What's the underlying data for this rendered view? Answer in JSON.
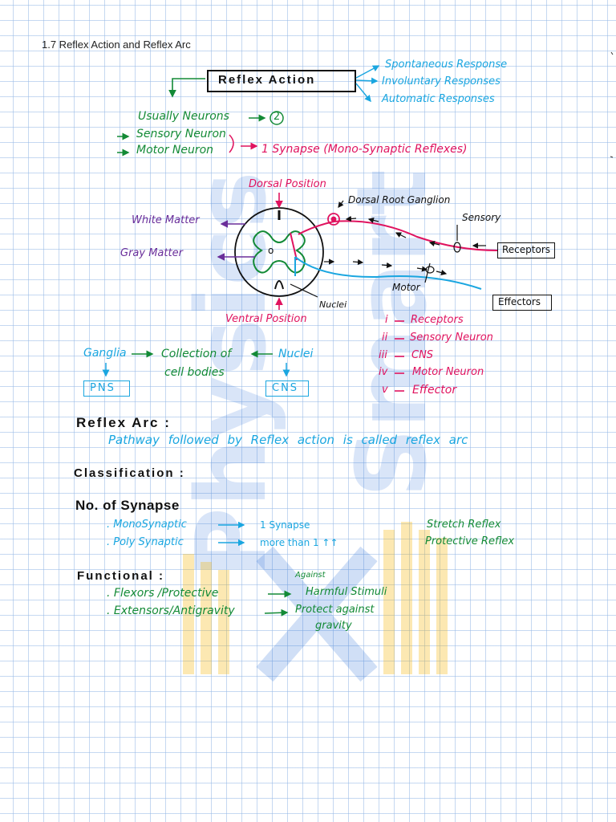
{
  "page_title": "1.7 Reflex Action and Reflex Arc",
  "reflex_action": {
    "heading": "Reflex Action",
    "responses": [
      "Spontaneous Response",
      "Involuntary Responses",
      "Automatic Responses"
    ],
    "neurons_line": "Usually Neurons",
    "neurons_count": "2",
    "sensory": "Sensory Neuron",
    "motor": "Motor Neuron",
    "synapse_note": "1 Synapse (Mono-Synaptic Reflexes)"
  },
  "diagram": {
    "dorsal": "Dorsal Position",
    "drg": "Dorsal Root Ganglion",
    "sensory": "Sensory",
    "receptors": "Receptors",
    "white_matter": "White Matter",
    "gray_matter": "Gray Matter",
    "center_o": "o",
    "motor": "Motor",
    "effectors": "Effectors",
    "nuclei": "Nuclei",
    "ventral": "Ventral Position"
  },
  "sequence": [
    {
      "num": "i",
      "text": "Receptors"
    },
    {
      "num": "ii",
      "text": "Sensory Neuron"
    },
    {
      "num": "iii",
      "text": "CNS"
    },
    {
      "num": "iv",
      "text": "Motor Neuron"
    },
    {
      "num": "v",
      "text": "Effector"
    }
  ],
  "ganglia": {
    "left": "Ganglia",
    "mid": "Collection of",
    "mid2": "cell bodies",
    "right": "Nuclei",
    "pns": "PNS",
    "cns": "CNS"
  },
  "reflex_arc": {
    "heading": "Reflex Arc :",
    "definition": "Pathway followed by Reflex action is called reflex arc"
  },
  "classification": {
    "heading": "Classification :",
    "synapse_heading": "No. of Synapse",
    "synapse_rows": [
      {
        "type": ". MonoSynaptic",
        "count": "1 Synapse",
        "example": "Stretch Reflex"
      },
      {
        "type": ". Poly Synaptic",
        "count": "more than 1 ↑↑",
        "example": "Protective Reflex"
      }
    ],
    "functional_heading": "Functional :",
    "functional_rows": [
      {
        "type": ". Flexors /Protective",
        "note": "Against",
        "result": "Harmful Stimuli"
      },
      {
        "type": ". Extensors/Antigravity",
        "result": "Protect against",
        "result2": "gravity"
      }
    ]
  },
  "colors": {
    "green": "#138a36",
    "pink": "#e0135f",
    "blue": "#1aa6e0",
    "purple": "#6a2e9a"
  }
}
